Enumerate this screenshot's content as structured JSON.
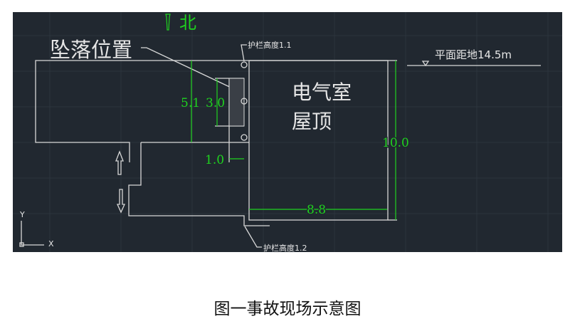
{
  "drawing": {
    "north_label": "北",
    "fall_location_label": "坠落位置",
    "room_label_line1": "电气室",
    "room_label_line2": "屋顶",
    "elevation_label": "平面距地14.5m",
    "railing_label_top": "护栏高度1.1",
    "railing_label_bottom": "护栏高度1.2",
    "dimensions": {
      "d_5_1": "5.1",
      "d_3_0": "3.0",
      "d_1_0": "1.0",
      "d_10_0": "10.0",
      "d_8_8": "8.8"
    },
    "ucs": {
      "y": "Y",
      "x": "X"
    },
    "colors": {
      "background": "#212830",
      "lines": "#d8d8d8",
      "dimensions": "#1fd31f"
    }
  },
  "caption": "图一事故现场示意图"
}
